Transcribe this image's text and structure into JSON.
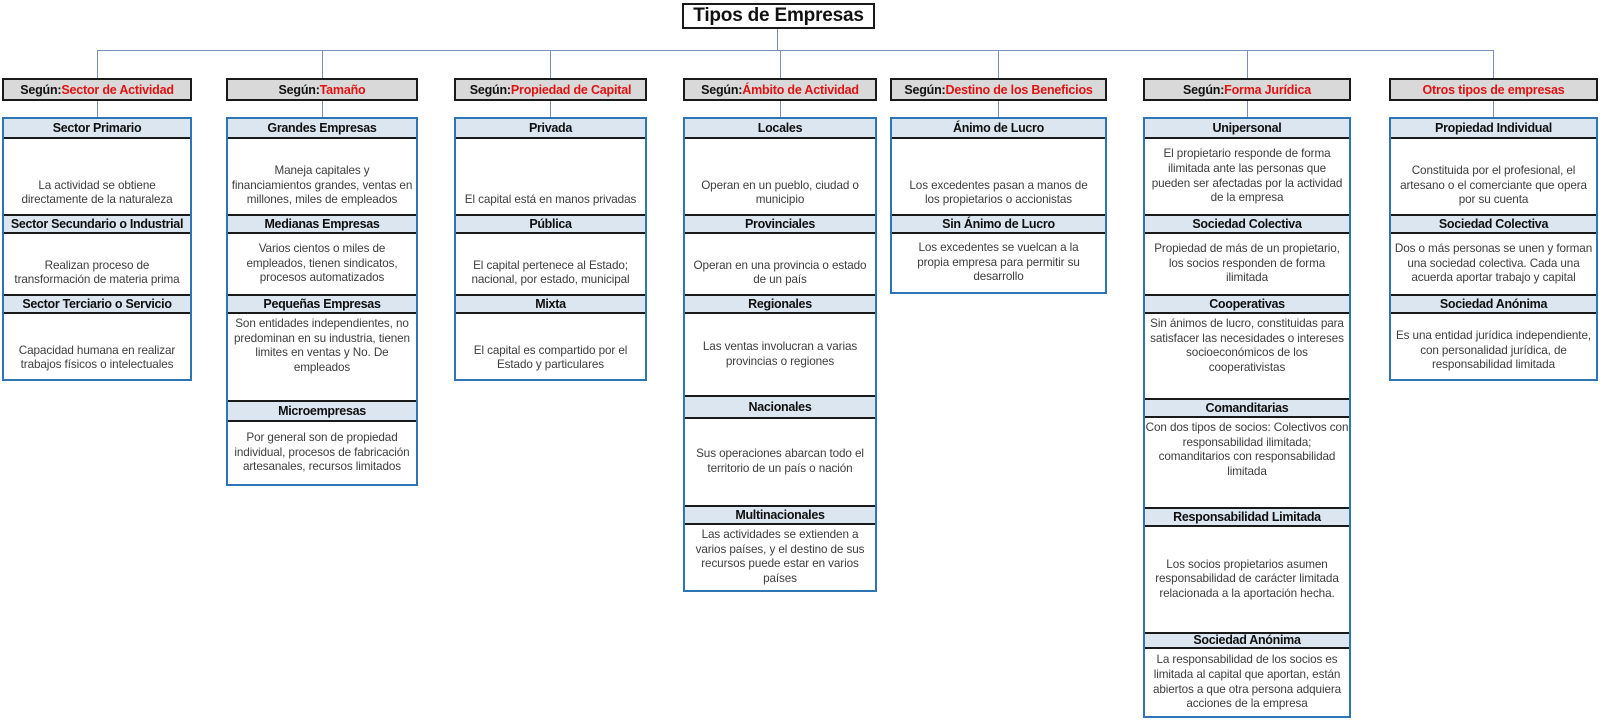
{
  "title": "Tipos de Empresas",
  "colors": {
    "category_accent_red": "#e01212",
    "box_border_blue": "#2e75b6",
    "connector_blue": "#7791b4",
    "section_header_fill": "#dce6f1",
    "category_fill": "#d9d9d9"
  },
  "columns": [
    {
      "prefix": "Según:",
      "category": "Sector de Actividad",
      "sections": [
        {
          "title": "Sector Primario",
          "body": "La actividad se obtiene\ndirectamente de la naturaleza"
        },
        {
          "title": "Sector Secundario o Industrial",
          "body": "Realizan proceso de\ntransformación de materia prima"
        },
        {
          "title": "Sector Terciario o Servicio",
          "body": "Capacidad humana en realizar\ntrabajos físicos o intelectuales"
        }
      ]
    },
    {
      "prefix": "Según:",
      "category": "Tamaño",
      "sections": [
        {
          "title": "Grandes Empresas",
          "body": "Maneja capitales y\nfinanciamientos grandes, ventas en\nmillones, miles de empleados"
        },
        {
          "title": "Medianas Empresas",
          "body": "Varios cientos o miles de\nempleados, tienen sindicatos,\nprocesos automatizados"
        },
        {
          "title": "Pequeñas Empresas",
          "body": "Son entidades independientes, no\npredominan en su industria, tienen\nlimites en ventas y No. De\nempleados"
        },
        {
          "title": "Microempresas",
          "body": "Por general son de propiedad\nindividual, procesos de fabricación\nartesanales, recursos limitados"
        }
      ]
    },
    {
      "prefix": "Según:",
      "category": "Propiedad de Capital",
      "sections": [
        {
          "title": "Privada",
          "body": "El capital está en manos privadas"
        },
        {
          "title": "Pública",
          "body": "El capital pertenece al Estado;\nnacional, por estado, municipal"
        },
        {
          "title": "Mixta",
          "body": "El capital es compartido por el\nEstado y particulares"
        }
      ]
    },
    {
      "prefix": "Según:",
      "category": "Ámbito de Actividad",
      "sections": [
        {
          "title": "Locales",
          "body": "Operan en un pueblo, ciudad o\nmunicipio"
        },
        {
          "title": "Provinciales",
          "body": "Operan en una provincia o estado\nde un país"
        },
        {
          "title": "Regionales",
          "body": "Las ventas involucran a varias\nprovincias o regiones"
        },
        {
          "title": "Nacionales",
          "body": "Sus operaciones abarcan todo el\nterritorio de un país o nación"
        },
        {
          "title": "Multinacionales",
          "body": "Las actividades se extienden a\nvarios países, y el destino de sus\nrecursos puede estar en varios\npaíses"
        }
      ]
    },
    {
      "prefix": "Según:",
      "category": "Destino de los Beneficios",
      "sections": [
        {
          "title": "Ánimo de Lucro",
          "body": "Los excedentes pasan a manos de\nlos propietarios o accionistas"
        },
        {
          "title": "Sin Ánimo de Lucro",
          "body": "Los excedentes se vuelcan a la\npropia empresa para permitir su\ndesarrollo"
        }
      ]
    },
    {
      "prefix": "Según:",
      "category": "Forma Jurídica",
      "sections": [
        {
          "title": "Unipersonal",
          "body": "El propietario responde de forma\nilimitada ante las personas que\npueden ser afectadas por la actividad\nde la empresa"
        },
        {
          "title": "Sociedad Colectiva",
          "body": "Propiedad de más de un propietario,\nlos socios responden de forma\nilimitada"
        },
        {
          "title": "Cooperativas",
          "body": "Sin ánimos de lucro, constituidas para\nsatisfacer las necesidades o intereses\nsocioeconómicos de los\ncooperativistas"
        },
        {
          "title": "Comanditarias",
          "body": "Con dos tipos de socios: Colectivos con\nresponsabilidad ilimitada;\ncomanditarios con responsabilidad\nlimitada"
        },
        {
          "title": "Responsabilidad Limitada",
          "body": "Los socios propietarios asumen\nresponsabilidad de carácter limitada\nrelacionada a la aportación hecha."
        },
        {
          "title": "Sociedad Anónima",
          "body": "La responsabilidad de los socios es\nlimitada al capital que aportan, están\nabiertos a que otra persona adquiera\nacciones de la empresa"
        }
      ]
    },
    {
      "prefix": "",
      "category": "Otros tipos de empresas",
      "sections": [
        {
          "title": "Propiedad Individual",
          "body": "Constituida por el profesional, el\nartesano o el comerciante que opera\npor su cuenta"
        },
        {
          "title": "Sociedad Colectiva",
          "body": "Dos o más personas se unen y forman\nuna sociedad colectiva. Cada una\nacuerda aportar trabajo y capital"
        },
        {
          "title": "Sociedad Anónima",
          "body": "Es una entidad jurídica independiente,\ncon personalidad jurídica, de\nresponsabilidad limitada"
        }
      ]
    }
  ]
}
